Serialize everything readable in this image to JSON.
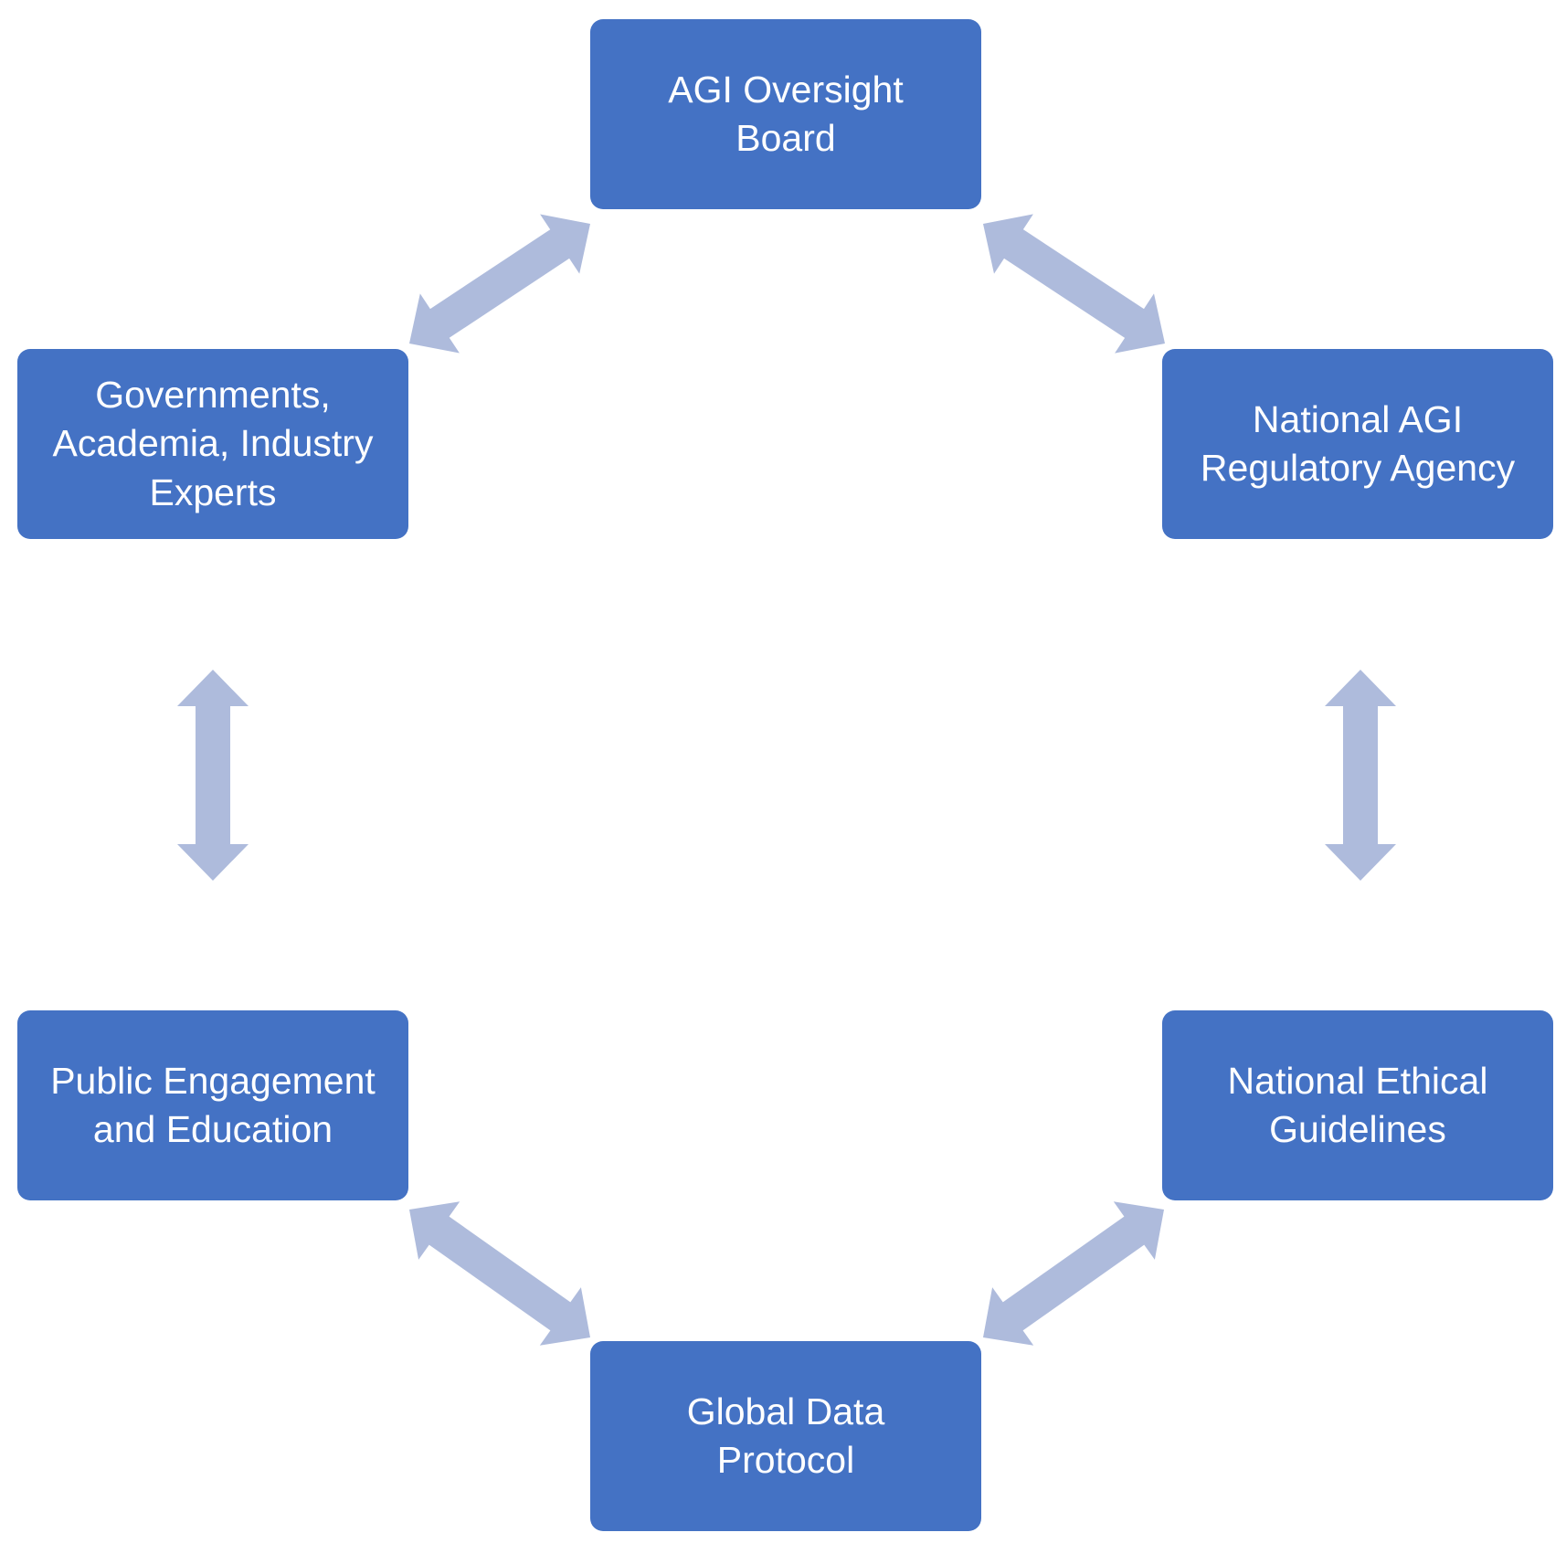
{
  "colors": {
    "node_fill": "#4472c4",
    "node_text": "#ffffff",
    "arrow_fill": "#aebbdc"
  },
  "nodes": [
    {
      "id": "top",
      "label": "AGI Oversight\nBoard"
    },
    {
      "id": "upper_right",
      "label": "National AGI\nRegulatory Agency"
    },
    {
      "id": "lower_right",
      "label": "National Ethical\nGuidelines"
    },
    {
      "id": "bottom",
      "label": "Global Data\nProtocol"
    },
    {
      "id": "lower_left",
      "label": "Public Engagement\nand Education"
    },
    {
      "id": "upper_left",
      "label": "Governments,\nAcademia, Industry\nExperts"
    }
  ],
  "edges": [
    {
      "from": "top",
      "to": "upper_right",
      "style": "double-arrow"
    },
    {
      "from": "upper_right",
      "to": "lower_right",
      "style": "double-arrow"
    },
    {
      "from": "lower_right",
      "to": "bottom",
      "style": "double-arrow"
    },
    {
      "from": "bottom",
      "to": "lower_left",
      "style": "double-arrow"
    },
    {
      "from": "lower_left",
      "to": "upper_left",
      "style": "double-arrow"
    },
    {
      "from": "upper_left",
      "to": "top",
      "style": "double-arrow"
    }
  ]
}
